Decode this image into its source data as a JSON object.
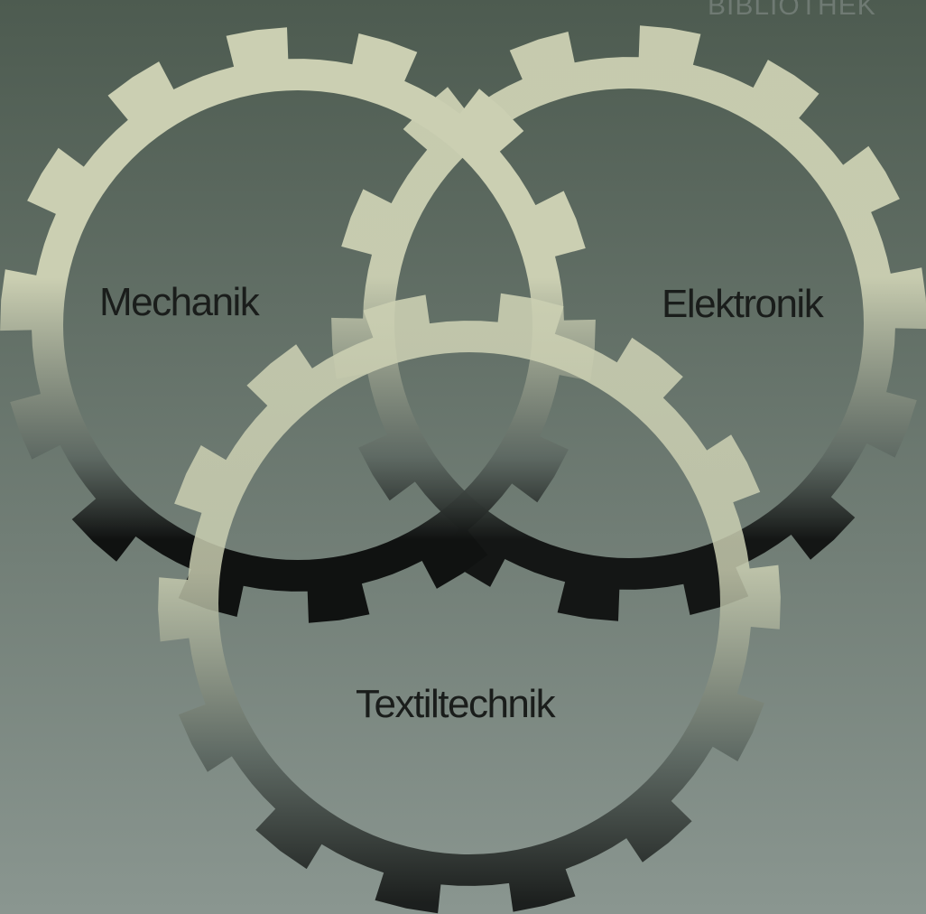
{
  "poster": {
    "labels": {
      "mechanik": "Mechanik",
      "elektronik": "Elektronik",
      "textiltechnik": "Textiltechnik"
    },
    "stamp": "BIBLIOTHEK",
    "gears": [
      {
        "name": "gear-mechanik",
        "label": "Mechanik"
      },
      {
        "name": "gear-elektronik",
        "label": "Elektronik"
      },
      {
        "name": "gear-textiltechnik",
        "label": "Textiltechnik"
      }
    ]
  },
  "colors": {
    "background_top": "#4d5b50",
    "background_bottom": "#8a9690",
    "gear_light": "#cbcfb2",
    "gear_dark": "#101211",
    "text": "#1a1d1b",
    "stamp": "#6f7a73"
  }
}
